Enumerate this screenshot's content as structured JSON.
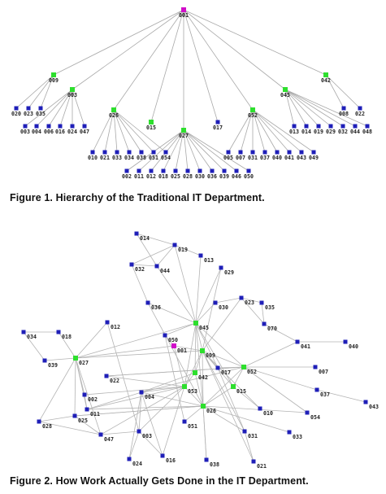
{
  "colors": {
    "root": "#d10ec9",
    "manager": "#2edf2e",
    "staff": "#1f1fb8",
    "edge": "#a9a9a9"
  },
  "figure1": {
    "caption": "Figure 1. Hierarchy of the Traditional IT Department.",
    "nodes": [
      {
        "id": "001",
        "role": "root"
      },
      {
        "id": "009",
        "role": "manager"
      },
      {
        "id": "003",
        "role": "manager"
      },
      {
        "id": "026",
        "role": "manager"
      },
      {
        "id": "015",
        "role": "manager"
      },
      {
        "id": "027",
        "role": "manager"
      },
      {
        "id": "017",
        "role": "staff"
      },
      {
        "id": "052",
        "role": "manager"
      },
      {
        "id": "045",
        "role": "manager"
      },
      {
        "id": "042",
        "role": "manager"
      },
      {
        "id": "020",
        "role": "staff"
      },
      {
        "id": "023",
        "role": "staff"
      },
      {
        "id": "035",
        "role": "staff"
      },
      {
        "id": "003b",
        "label": "003",
        "role": "staff"
      },
      {
        "id": "004",
        "role": "staff"
      },
      {
        "id": "006",
        "role": "staff"
      },
      {
        "id": "016",
        "role": "staff"
      },
      {
        "id": "024",
        "role": "staff"
      },
      {
        "id": "047",
        "role": "staff"
      },
      {
        "id": "010",
        "role": "staff"
      },
      {
        "id": "021",
        "role": "staff"
      },
      {
        "id": "033",
        "role": "staff"
      },
      {
        "id": "034",
        "role": "staff"
      },
      {
        "id": "038",
        "role": "staff"
      },
      {
        "id": "051",
        "role": "staff"
      },
      {
        "id": "054",
        "role": "staff"
      },
      {
        "id": "002",
        "role": "staff"
      },
      {
        "id": "011",
        "role": "staff"
      },
      {
        "id": "012",
        "role": "staff"
      },
      {
        "id": "018",
        "role": "staff"
      },
      {
        "id": "025",
        "role": "staff"
      },
      {
        "id": "028",
        "role": "staff"
      },
      {
        "id": "030",
        "role": "staff"
      },
      {
        "id": "036",
        "role": "staff"
      },
      {
        "id": "039",
        "role": "staff"
      },
      {
        "id": "046",
        "role": "staff"
      },
      {
        "id": "050",
        "role": "staff"
      },
      {
        "id": "005",
        "role": "staff"
      },
      {
        "id": "007",
        "role": "staff"
      },
      {
        "id": "031",
        "role": "staff"
      },
      {
        "id": "037",
        "role": "staff"
      },
      {
        "id": "040",
        "role": "staff"
      },
      {
        "id": "041",
        "role": "staff"
      },
      {
        "id": "043",
        "role": "staff"
      },
      {
        "id": "049",
        "role": "staff"
      },
      {
        "id": "013",
        "role": "staff"
      },
      {
        "id": "014",
        "role": "staff"
      },
      {
        "id": "019",
        "role": "staff"
      },
      {
        "id": "029",
        "role": "staff"
      },
      {
        "id": "032",
        "role": "staff"
      },
      {
        "id": "044",
        "role": "staff"
      },
      {
        "id": "048",
        "role": "staff"
      },
      {
        "id": "008",
        "role": "staff"
      },
      {
        "id": "022",
        "role": "staff"
      }
    ],
    "edges": [
      [
        "001",
        "009"
      ],
      [
        "001",
        "003"
      ],
      [
        "001",
        "026"
      ],
      [
        "001",
        "015"
      ],
      [
        "001",
        "027"
      ],
      [
        "001",
        "017"
      ],
      [
        "001",
        "052"
      ],
      [
        "001",
        "045"
      ],
      [
        "001",
        "042"
      ],
      [
        "009",
        "020"
      ],
      [
        "009",
        "023"
      ],
      [
        "009",
        "035"
      ],
      [
        "003",
        "003b"
      ],
      [
        "003",
        "004"
      ],
      [
        "003",
        "006"
      ],
      [
        "003",
        "016"
      ],
      [
        "003",
        "024"
      ],
      [
        "003",
        "047"
      ],
      [
        "026",
        "010"
      ],
      [
        "026",
        "021"
      ],
      [
        "026",
        "033"
      ],
      [
        "026",
        "034"
      ],
      [
        "026",
        "038"
      ],
      [
        "026",
        "051"
      ],
      [
        "026",
        "054"
      ],
      [
        "027",
        "002"
      ],
      [
        "027",
        "011"
      ],
      [
        "027",
        "012"
      ],
      [
        "027",
        "018"
      ],
      [
        "027",
        "025"
      ],
      [
        "027",
        "028"
      ],
      [
        "027",
        "030"
      ],
      [
        "027",
        "036"
      ],
      [
        "027",
        "039"
      ],
      [
        "027",
        "046"
      ],
      [
        "027",
        "050"
      ],
      [
        "052",
        "005"
      ],
      [
        "052",
        "007"
      ],
      [
        "052",
        "031"
      ],
      [
        "052",
        "037"
      ],
      [
        "052",
        "040"
      ],
      [
        "052",
        "041"
      ],
      [
        "052",
        "043"
      ],
      [
        "052",
        "049"
      ],
      [
        "045",
        "013"
      ],
      [
        "045",
        "014"
      ],
      [
        "045",
        "019"
      ],
      [
        "045",
        "029"
      ],
      [
        "045",
        "032"
      ],
      [
        "045",
        "044"
      ],
      [
        "045",
        "048"
      ],
      [
        "042",
        "008"
      ],
      [
        "042",
        "022"
      ]
    ]
  },
  "figure2": {
    "caption": "Figure 2. How Work Actually Gets Done in the IT Department.",
    "nodes": [
      {
        "id": "001",
        "role": "root"
      },
      {
        "id": "014",
        "role": "staff"
      },
      {
        "id": "019",
        "role": "staff"
      },
      {
        "id": "013",
        "role": "staff"
      },
      {
        "id": "032",
        "role": "staff"
      },
      {
        "id": "044",
        "role": "staff"
      },
      {
        "id": "029",
        "role": "staff"
      },
      {
        "id": "036",
        "role": "staff"
      },
      {
        "id": "030",
        "role": "staff"
      },
      {
        "id": "023",
        "role": "staff"
      },
      {
        "id": "035",
        "role": "staff"
      },
      {
        "id": "070",
        "role": "staff"
      },
      {
        "id": "045",
        "role": "manager"
      },
      {
        "id": "012",
        "role": "staff"
      },
      {
        "id": "050",
        "role": "staff"
      },
      {
        "id": "034",
        "role": "staff"
      },
      {
        "id": "018",
        "role": "staff"
      },
      {
        "id": "041",
        "role": "staff"
      },
      {
        "id": "040",
        "role": "staff"
      },
      {
        "id": "009",
        "role": "manager"
      },
      {
        "id": "039",
        "role": "staff"
      },
      {
        "id": "027",
        "role": "manager"
      },
      {
        "id": "017",
        "role": "staff"
      },
      {
        "id": "052",
        "role": "manager"
      },
      {
        "id": "007",
        "role": "staff"
      },
      {
        "id": "042",
        "role": "manager"
      },
      {
        "id": "022",
        "role": "staff"
      },
      {
        "id": "037",
        "role": "staff"
      },
      {
        "id": "002",
        "role": "staff"
      },
      {
        "id": "004",
        "role": "staff"
      },
      {
        "id": "053",
        "role": "manager"
      },
      {
        "id": "015",
        "role": "manager"
      },
      {
        "id": "043",
        "role": "staff"
      },
      {
        "id": "011",
        "role": "staff"
      },
      {
        "id": "026",
        "role": "manager"
      },
      {
        "id": "010",
        "role": "staff"
      },
      {
        "id": "054",
        "role": "staff"
      },
      {
        "id": "025",
        "role": "staff"
      },
      {
        "id": "028",
        "role": "staff"
      },
      {
        "id": "051",
        "role": "staff"
      },
      {
        "id": "003",
        "role": "staff"
      },
      {
        "id": "047",
        "role": "staff"
      },
      {
        "id": "031",
        "role": "staff"
      },
      {
        "id": "033",
        "role": "staff"
      },
      {
        "id": "024",
        "role": "staff"
      },
      {
        "id": "016",
        "role": "staff"
      },
      {
        "id": "038",
        "role": "staff"
      },
      {
        "id": "021",
        "role": "staff"
      }
    ],
    "edges": [
      [
        "014",
        "019"
      ],
      [
        "014",
        "044"
      ],
      [
        "019",
        "032"
      ],
      [
        "019",
        "013"
      ],
      [
        "019",
        "044"
      ],
      [
        "032",
        "044"
      ],
      [
        "019",
        "045"
      ],
      [
        "044",
        "045"
      ],
      [
        "013",
        "045"
      ],
      [
        "029",
        "045"
      ],
      [
        "032",
        "036"
      ],
      [
        "029",
        "009"
      ],
      [
        "036",
        "045"
      ],
      [
        "036",
        "026"
      ],
      [
        "030",
        "023"
      ],
      [
        "023",
        "035"
      ],
      [
        "023",
        "070"
      ],
      [
        "035",
        "070"
      ],
      [
        "030",
        "045"
      ],
      [
        "023",
        "009"
      ],
      [
        "070",
        "041"
      ],
      [
        "041",
        "040"
      ],
      [
        "041",
        "052"
      ],
      [
        "034",
        "018"
      ],
      [
        "034",
        "039"
      ],
      [
        "039",
        "027"
      ],
      [
        "018",
        "027"
      ],
      [
        "027",
        "045"
      ],
      [
        "027",
        "009"
      ],
      [
        "027",
        "001"
      ],
      [
        "027",
        "025"
      ],
      [
        "027",
        "002"
      ],
      [
        "027",
        "047"
      ],
      [
        "027",
        "011"
      ],
      [
        "027",
        "028"
      ],
      [
        "012",
        "003"
      ],
      [
        "012",
        "027"
      ],
      [
        "045",
        "050"
      ],
      [
        "045",
        "053"
      ],
      [
        "045",
        "009"
      ],
      [
        "045",
        "026"
      ],
      [
        "045",
        "017"
      ],
      [
        "045",
        "052"
      ],
      [
        "045",
        "042"
      ],
      [
        "050",
        "001"
      ],
      [
        "050",
        "051"
      ],
      [
        "045",
        "015"
      ],
      [
        "009",
        "052"
      ],
      [
        "009",
        "026"
      ],
      [
        "009",
        "053"
      ],
      [
        "009",
        "017"
      ],
      [
        "009",
        "042"
      ],
      [
        "009",
        "015"
      ],
      [
        "009",
        "031"
      ],
      [
        "009",
        "021"
      ],
      [
        "009",
        "010"
      ],
      [
        "001",
        "053"
      ],
      [
        "001",
        "009"
      ],
      [
        "052",
        "007"
      ],
      [
        "052",
        "037"
      ],
      [
        "052",
        "017"
      ],
      [
        "052",
        "026"
      ],
      [
        "052",
        "015"
      ],
      [
        "052",
        "054"
      ],
      [
        "052",
        "022"
      ],
      [
        "037",
        "043"
      ],
      [
        "052",
        "004"
      ],
      [
        "022",
        "053"
      ],
      [
        "022",
        "052"
      ],
      [
        "042",
        "053"
      ],
      [
        "042",
        "026"
      ],
      [
        "042",
        "004"
      ],
      [
        "053",
        "026"
      ],
      [
        "053",
        "011"
      ],
      [
        "053",
        "004"
      ],
      [
        "053",
        "002"
      ],
      [
        "053",
        "003"
      ],
      [
        "053",
        "047"
      ],
      [
        "015",
        "026"
      ],
      [
        "015",
        "010"
      ],
      [
        "026",
        "051"
      ],
      [
        "026",
        "033"
      ],
      [
        "026",
        "038"
      ],
      [
        "026",
        "004"
      ],
      [
        "026",
        "025"
      ],
      [
        "026",
        "031"
      ],
      [
        "026",
        "011"
      ],
      [
        "004",
        "003"
      ],
      [
        "004",
        "016"
      ],
      [
        "004",
        "024"
      ],
      [
        "004",
        "011"
      ],
      [
        "003",
        "047"
      ],
      [
        "003",
        "024"
      ],
      [
        "003",
        "016"
      ],
      [
        "025",
        "028"
      ],
      [
        "025",
        "047"
      ],
      [
        "025",
        "026"
      ],
      [
        "011",
        "002"
      ],
      [
        "028",
        "047"
      ],
      [
        "031",
        "021"
      ],
      [
        "017",
        "031"
      ],
      [
        "038",
        "026"
      ],
      [
        "016",
        "053"
      ],
      [
        "054",
        "026"
      ]
    ]
  }
}
